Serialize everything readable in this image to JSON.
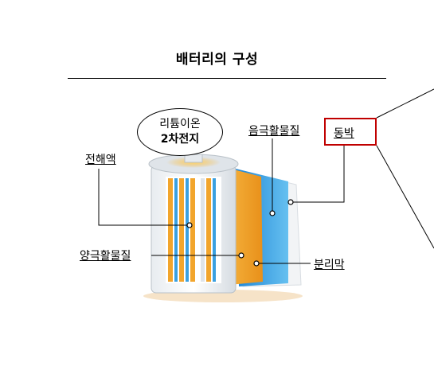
{
  "title": "배터리의 구성",
  "cell": {
    "line1": "리튬이온",
    "line2": "2차전지"
  },
  "labels": {
    "electrolyte": "전해액",
    "anode_material": "음극활물질",
    "copper_foil": "동박",
    "cathode_material": "양극활물질",
    "separator": "분리막"
  },
  "colors": {
    "highlight_box": "#c00000",
    "cathode_layer": "#f0a830",
    "anode_layer": "#3aa0e0",
    "separator_layer": "#f4f4f4"
  }
}
